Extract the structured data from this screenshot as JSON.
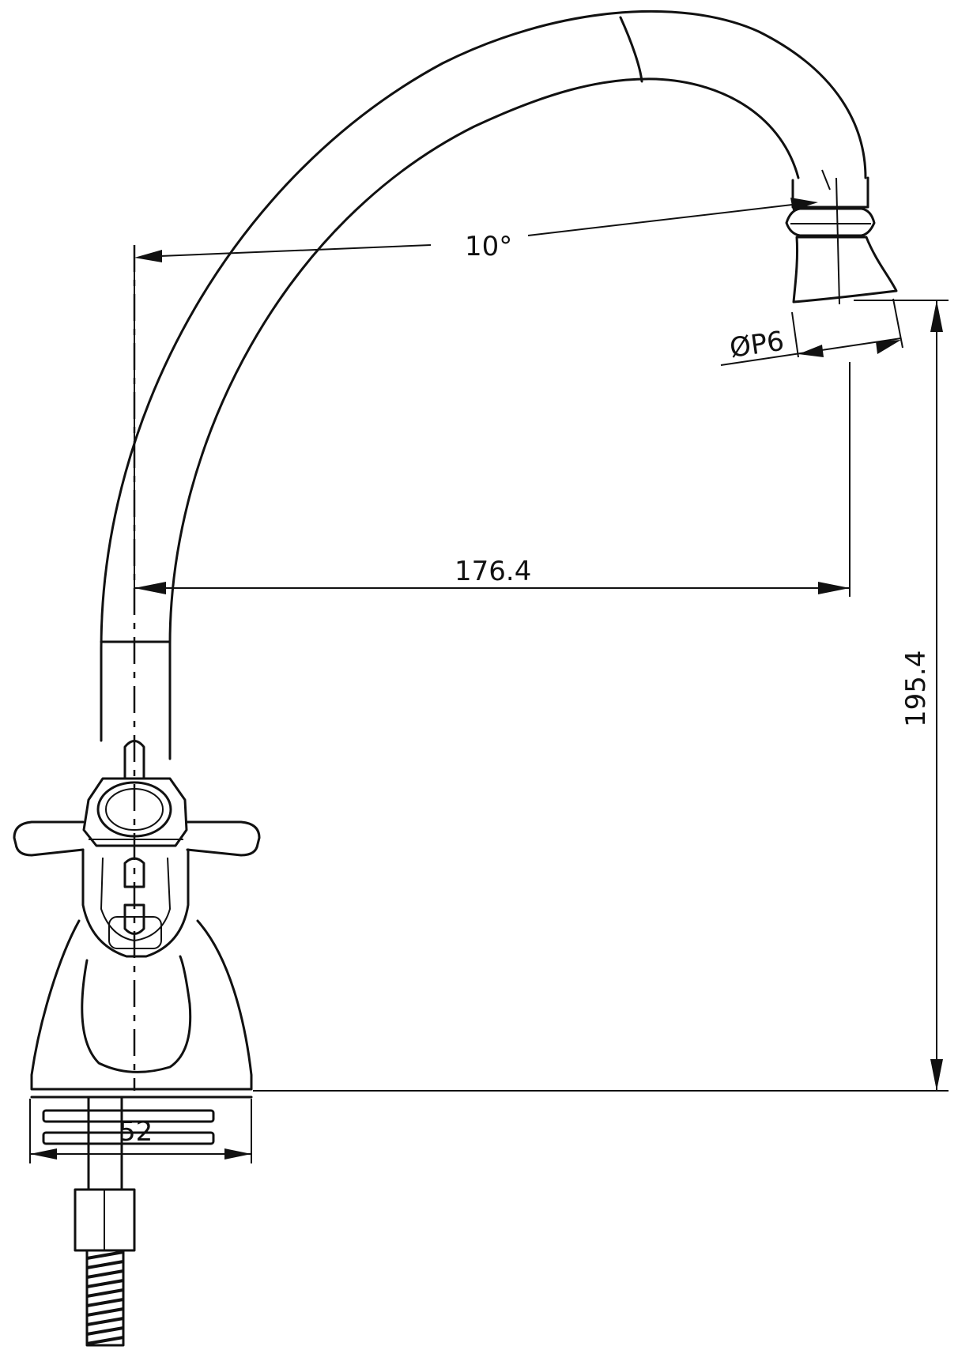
{
  "dimensions": {
    "angle": "10°",
    "diameter": "ØP6",
    "reach": "176.4",
    "height": "195.4",
    "base_width": "52"
  }
}
